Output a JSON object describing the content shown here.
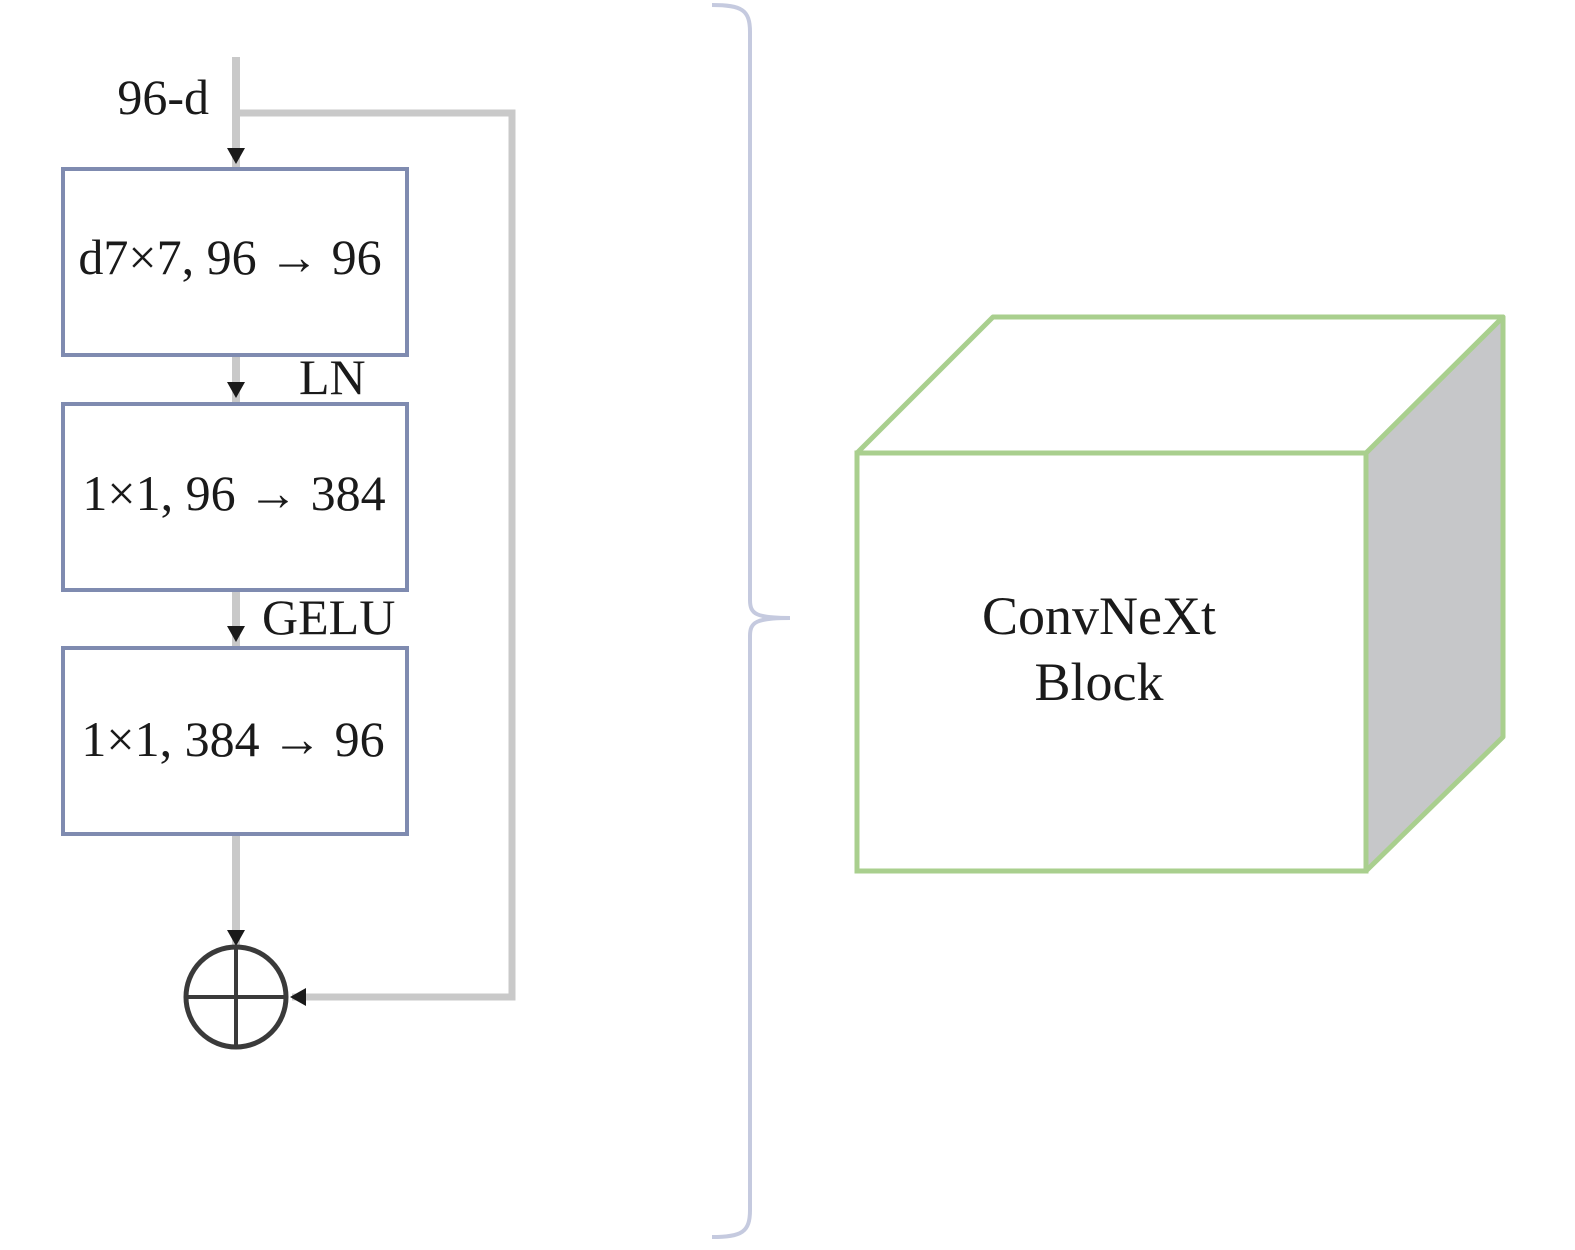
{
  "input_label": "96-d",
  "blocks": [
    {
      "label": "d7×7, 96 → 96"
    },
    {
      "label": "1×1, 96 → 384"
    },
    {
      "label": "1×1, 384 → 96"
    }
  ],
  "activations": {
    "after_block1": "LN",
    "after_block2": "GELU"
  },
  "cube": {
    "line1": "ConvNeXt",
    "line2": "Block"
  },
  "colors": {
    "block_border": "#7f8bb0",
    "connector": "#c9c9c9",
    "arrowhead": "#1a1a1a",
    "brace": "#c5cadf",
    "cube_border": "#a9cf8e",
    "cube_side": "#c6c7c9"
  }
}
